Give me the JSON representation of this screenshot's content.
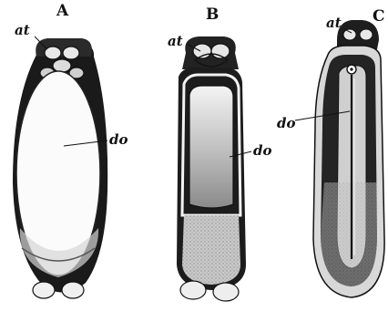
{
  "figure": {
    "panels": [
      {
        "letter": "A",
        "labels": {
          "top": "at",
          "side": "do"
        }
      },
      {
        "letter": "B",
        "labels": {
          "top": "at",
          "side": "do"
        }
      },
      {
        "letter": "C",
        "labels": {
          "top": "at",
          "side": "do"
        }
      }
    ]
  }
}
